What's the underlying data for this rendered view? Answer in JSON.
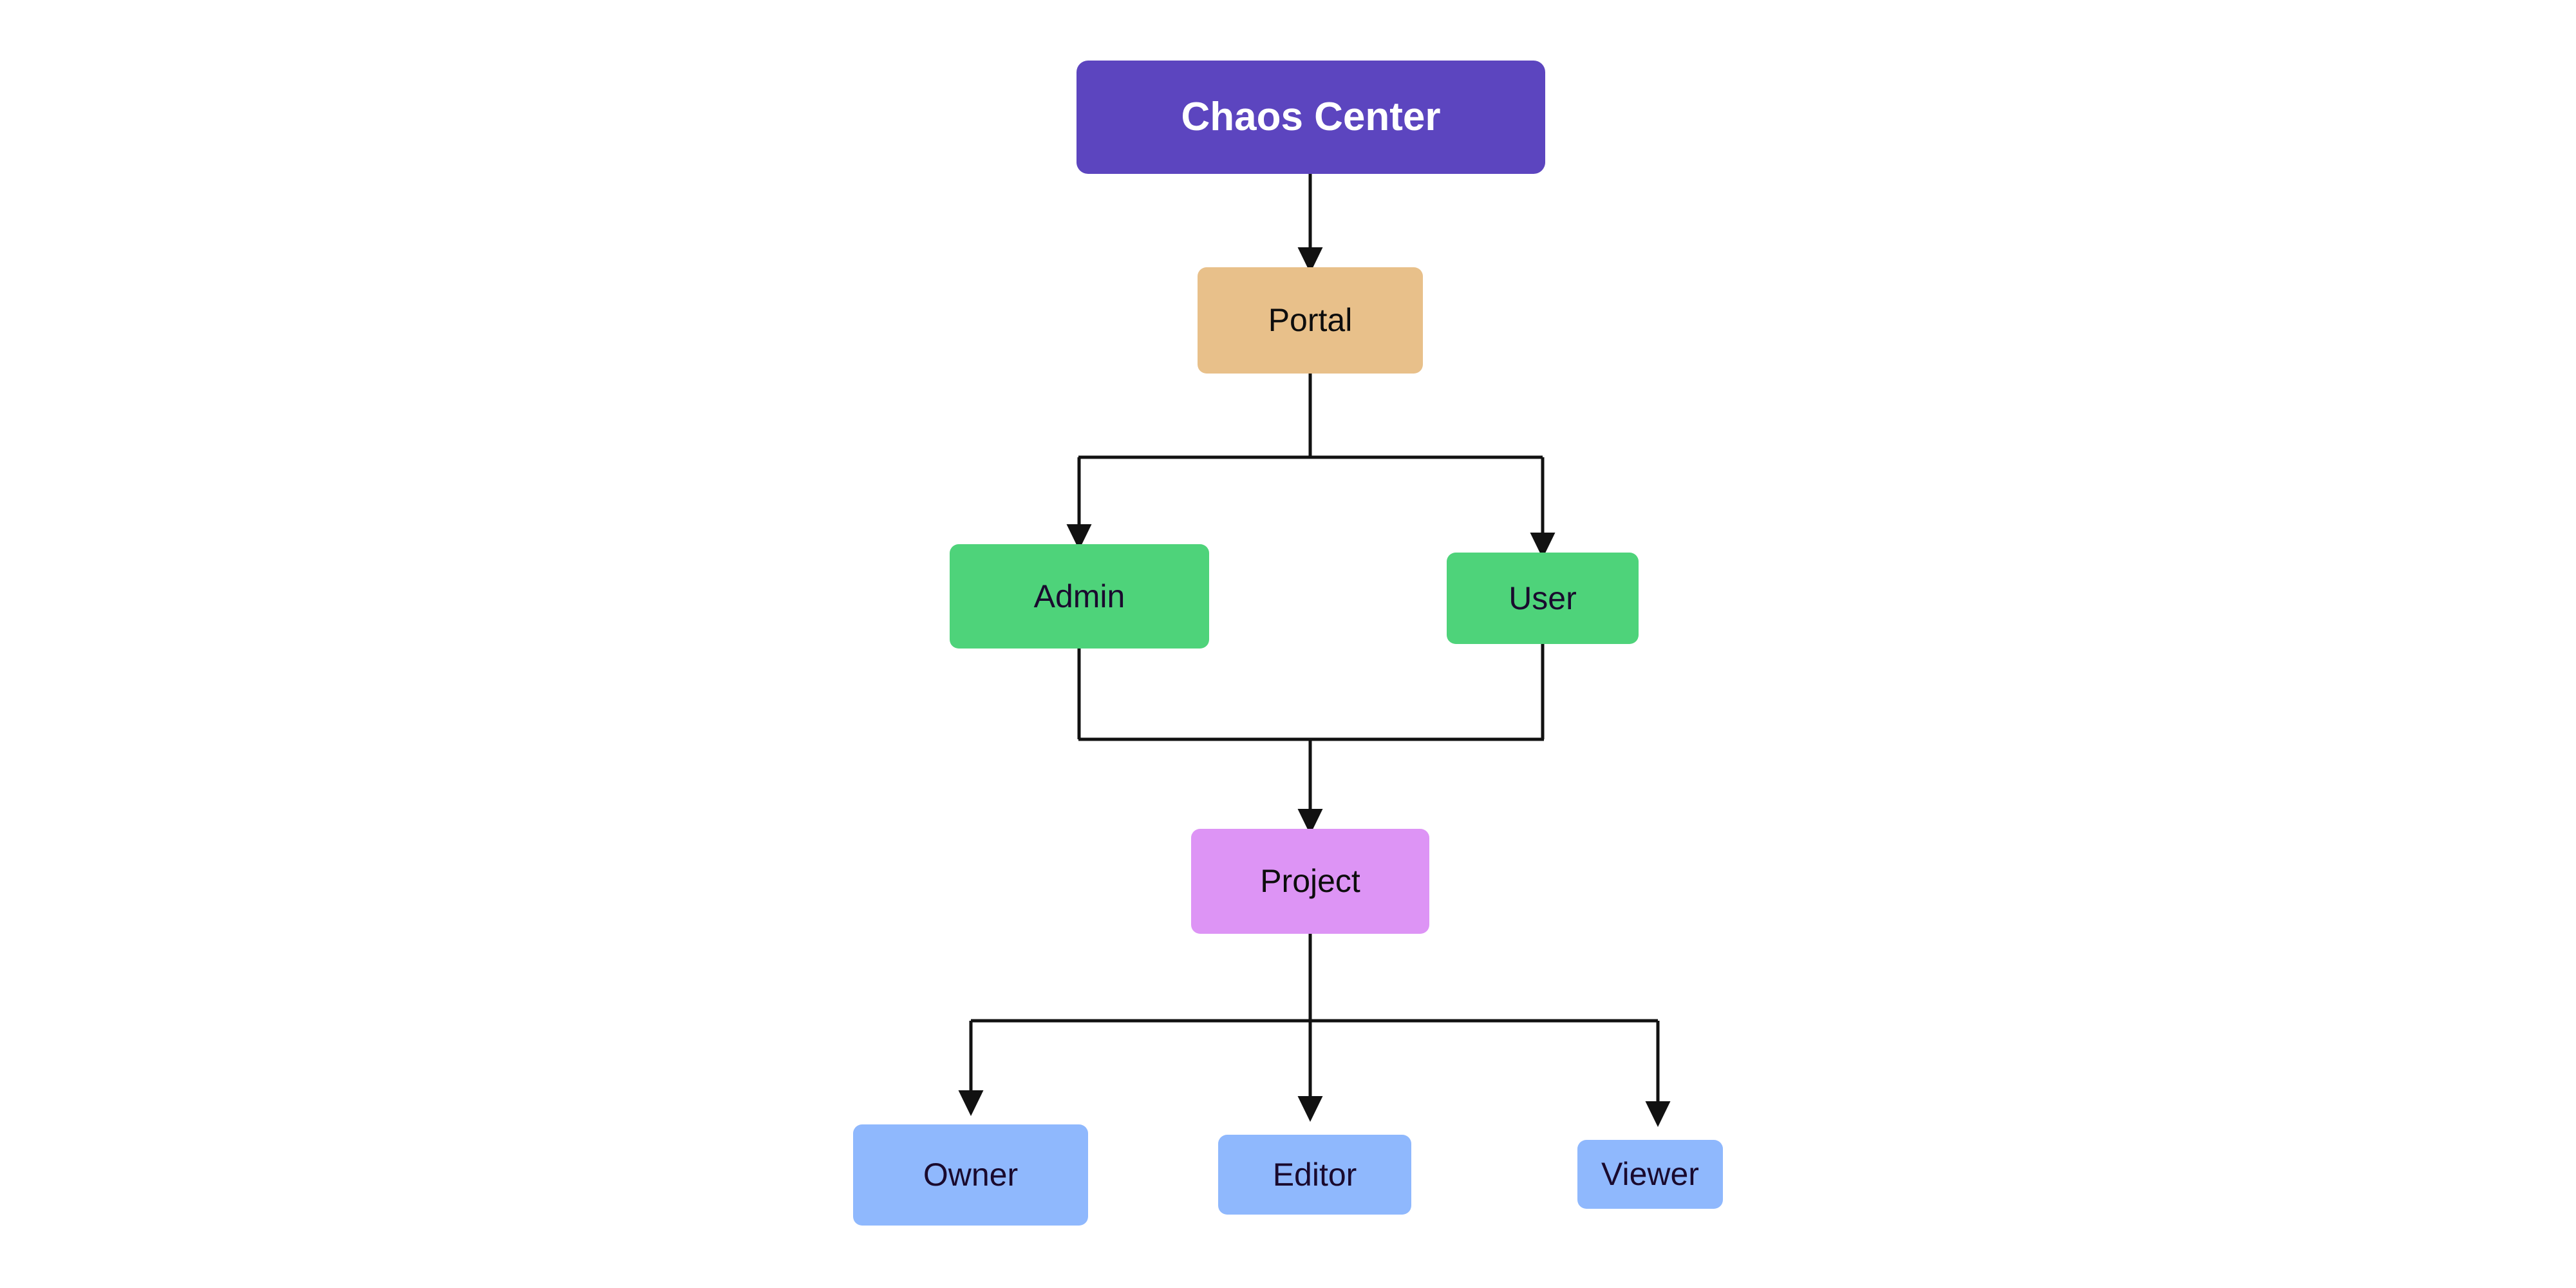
{
  "diagram": {
    "type": "flowchart",
    "orientation": "top-down",
    "background_color": "#ffffff",
    "edge_color": "#111111",
    "nodes": [
      {
        "id": "chaos-center",
        "label": "Chaos Center",
        "level": 0,
        "fill": "#5c45bf",
        "text_color": "#ffffff",
        "bold": true
      },
      {
        "id": "portal",
        "label": "Portal",
        "level": 1,
        "fill": "#e8c08a",
        "text_color": "#0d0d0d",
        "bold": false
      },
      {
        "id": "admin",
        "label": "Admin",
        "level": 2,
        "fill": "#4ed37a",
        "text_color": "#1a0a2e",
        "bold": false
      },
      {
        "id": "user",
        "label": "User",
        "level": 2,
        "fill": "#4ed37a",
        "text_color": "#1a0a2e",
        "bold": false
      },
      {
        "id": "project",
        "label": "Project",
        "level": 3,
        "fill": "#dd94f5",
        "text_color": "#0d0d0d",
        "bold": false
      },
      {
        "id": "owner",
        "label": "Owner",
        "level": 4,
        "fill": "#8fb8fd",
        "text_color": "#1a0a2e",
        "bold": false
      },
      {
        "id": "editor",
        "label": "Editor",
        "level": 4,
        "fill": "#8fb8fd",
        "text_color": "#1a0a2e",
        "bold": false
      },
      {
        "id": "viewer",
        "label": "Viewer",
        "level": 4,
        "fill": "#8fb8fd",
        "text_color": "#1a0a2e",
        "bold": false
      }
    ],
    "edges": [
      {
        "from": "chaos-center",
        "to": "portal",
        "style": "straight-arrow"
      },
      {
        "from": "portal",
        "to": "admin",
        "style": "elbow-arrow"
      },
      {
        "from": "portal",
        "to": "user",
        "style": "elbow-arrow"
      },
      {
        "from": "admin",
        "to": "project",
        "style": "elbow-arrow"
      },
      {
        "from": "user",
        "to": "project",
        "style": "elbow-arrow"
      },
      {
        "from": "project",
        "to": "owner",
        "style": "elbow-arrow"
      },
      {
        "from": "project",
        "to": "editor",
        "style": "straight-arrow"
      },
      {
        "from": "project",
        "to": "viewer",
        "style": "elbow-arrow"
      }
    ]
  }
}
